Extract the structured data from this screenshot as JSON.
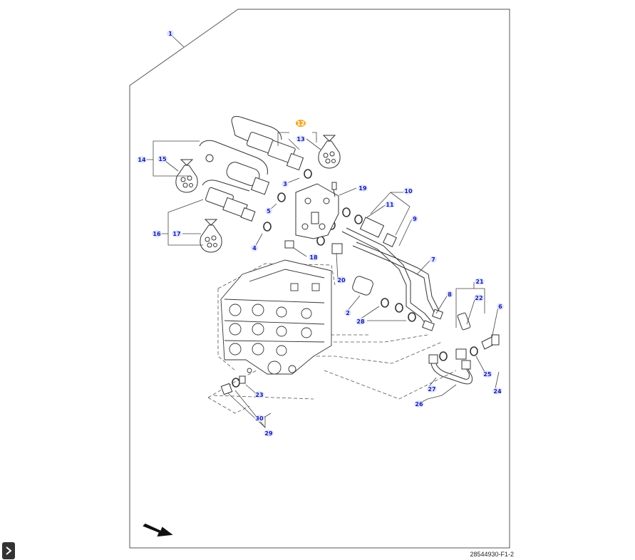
{
  "reference_code": "28544930-F1-2",
  "callouts": [
    {
      "id": "c1",
      "label": "1"
    },
    {
      "id": "c2",
      "label": "2"
    },
    {
      "id": "c3",
      "label": "3"
    },
    {
      "id": "c4",
      "label": "4"
    },
    {
      "id": "c5",
      "label": "5"
    },
    {
      "id": "c6",
      "label": "6"
    },
    {
      "id": "c7",
      "label": "7"
    },
    {
      "id": "c8",
      "label": "8"
    },
    {
      "id": "c9",
      "label": "9"
    },
    {
      "id": "c10",
      "label": "10"
    },
    {
      "id": "c11",
      "label": "11"
    },
    {
      "id": "c12",
      "label": "12",
      "highlighted": true
    },
    {
      "id": "c13",
      "label": "13"
    },
    {
      "id": "c14",
      "label": "14"
    },
    {
      "id": "c15",
      "label": "15"
    },
    {
      "id": "c16",
      "label": "16"
    },
    {
      "id": "c17",
      "label": "17"
    },
    {
      "id": "c18",
      "label": "18"
    },
    {
      "id": "c19",
      "label": "19"
    },
    {
      "id": "c20",
      "label": "20"
    },
    {
      "id": "c21",
      "label": "21"
    },
    {
      "id": "c22",
      "label": "22"
    },
    {
      "id": "c23",
      "label": "23"
    },
    {
      "id": "c24",
      "label": "24"
    },
    {
      "id": "c25",
      "label": "25"
    },
    {
      "id": "c26",
      "label": "26"
    },
    {
      "id": "c27",
      "label": "27"
    },
    {
      "id": "c28",
      "label": "28"
    },
    {
      "id": "c29",
      "label": "29"
    },
    {
      "id": "c30",
      "label": "30"
    }
  ],
  "colors": {
    "callout_text": "#1a1aa8",
    "callout_bg": "#dfe6ff",
    "highlight": "#f5a623",
    "line": "#333333"
  },
  "icons": {
    "direction": "arrow-direction-icon",
    "expand": "chevron-right-icon"
  }
}
